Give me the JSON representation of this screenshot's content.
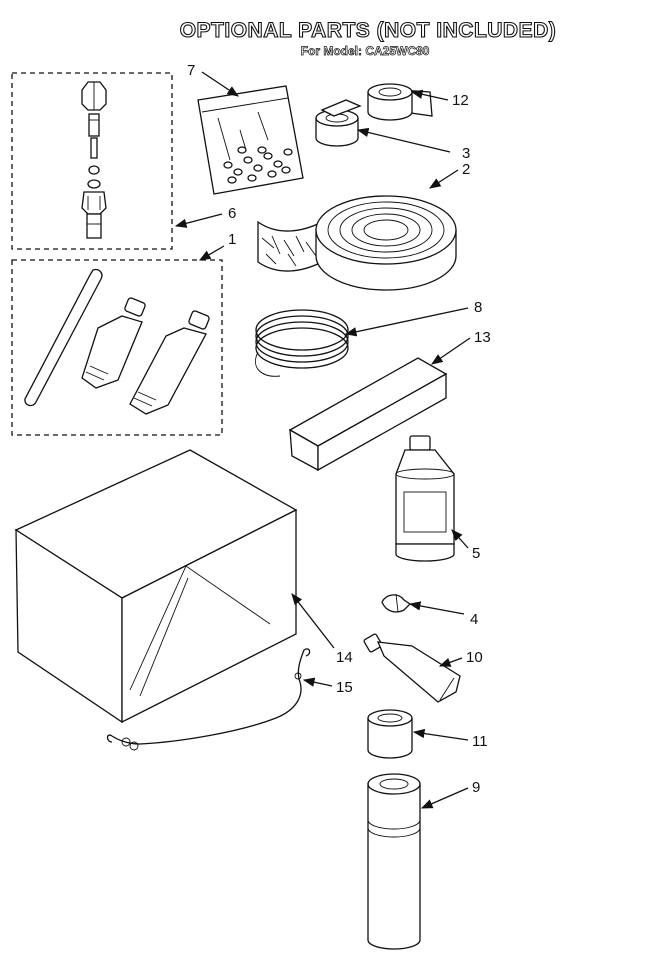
{
  "header": {
    "title": "OPTIONAL PARTS (NOT INCLUDED)",
    "subtitle": "For Model: CA25WC80"
  },
  "callouts": [
    {
      "id": "c1",
      "label": "1"
    },
    {
      "id": "c2",
      "label": "2"
    },
    {
      "id": "c3",
      "label": "3"
    },
    {
      "id": "c4",
      "label": "4"
    },
    {
      "id": "c5",
      "label": "5"
    },
    {
      "id": "c6",
      "label": "6"
    },
    {
      "id": "c7",
      "label": "7"
    },
    {
      "id": "c8",
      "label": "8"
    },
    {
      "id": "c9",
      "label": "9"
    },
    {
      "id": "c10",
      "label": "10"
    },
    {
      "id": "c11",
      "label": "11"
    },
    {
      "id": "c12",
      "label": "12"
    },
    {
      "id": "c13",
      "label": "13"
    },
    {
      "id": "c14",
      "label": "14"
    },
    {
      "id": "c15",
      "label": "15"
    }
  ]
}
